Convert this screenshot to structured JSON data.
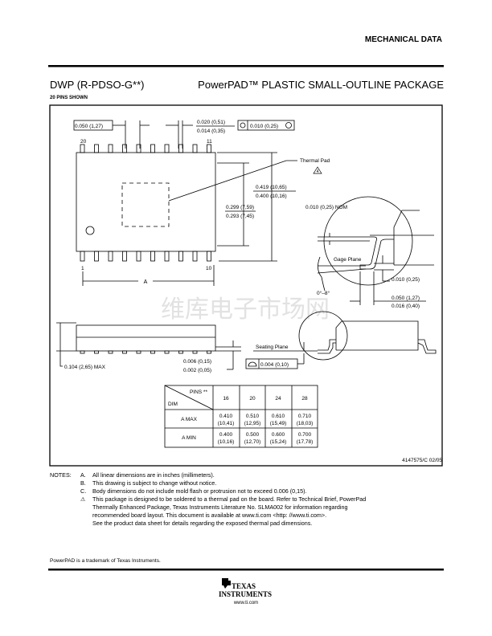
{
  "header": {
    "section_title": "MECHANICAL DATA"
  },
  "title": {
    "package_code": "DWP (R-PDSO-G**)",
    "package_name": "PowerPAD™ PLASTIC SMALL-OUTLINE PACKAGE",
    "pins_shown": "20 PINS SHOWN"
  },
  "drawing": {
    "pitch": "0.050 (1,27)",
    "lead_width_max": "0.020 (0,51)",
    "lead_width_min": "0.014 (0,35)",
    "position_tolerance": "0.010 (0,25)",
    "mmc_symbol": "M",
    "pin_labels": {
      "top_left": "20",
      "top_right": "11",
      "bottom_left": "1",
      "bottom_right": "10"
    },
    "thermal_pad_label": "Thermal Pad",
    "thermal_pad_note_ref": "4",
    "overall_width_max": "0.419 (10,65)",
    "overall_width_min": "0.400 (10,16)",
    "body_width_max": "0.299 (7,59)",
    "body_width_min": "0.293 (7,45)",
    "length_label": "A",
    "lead_thickness": "0.010 (0,25) NOM",
    "gage_plane": "Gage Plane",
    "gage_height": "0.010 (0,25)",
    "angle": "0°–8°",
    "foot_length_max": "0.050 (1,27)",
    "foot_length_min": "0.016 (0,40)",
    "height_max": "0.104 (2,65) MAX",
    "standoff_max": "0.006 (0,15)",
    "standoff_min": "0.002 (0,05)",
    "seating_plane": "Seating Plane",
    "flatness": "0.004 (0,10)",
    "drawing_number": "4147575/C 02/05",
    "watermark": "维库电子市场网"
  },
  "dim_table": {
    "corner_top": "PINS **",
    "corner_bottom": "DIM",
    "columns": [
      "16",
      "20",
      "24",
      "28"
    ],
    "rows": [
      {
        "label": "A  MAX",
        "values": [
          [
            "0.410",
            "(10,41)"
          ],
          [
            "0.510",
            "(12,95)"
          ],
          [
            "0.610",
            "(15,49)"
          ],
          [
            "0.710",
            "(18,03)"
          ]
        ]
      },
      {
        "label": "A  MIN",
        "values": [
          [
            "0.400",
            "(10,16)"
          ],
          [
            "0.500",
            "(12,70)"
          ],
          [
            "0.600",
            "(15,24)"
          ],
          [
            "0.700",
            "(17,78)"
          ]
        ]
      }
    ]
  },
  "notes": {
    "label": "NOTES:",
    "items": [
      {
        "letter": "A.",
        "text": "All linear dimensions are in inches (millimeters)."
      },
      {
        "letter": "B.",
        "text": "This drawing is subject to change without notice."
      },
      {
        "letter": "C.",
        "text": "Body dimensions do not include mold flash or protrusion not to exceed 0.006 (0,15)."
      }
    ],
    "note_d_lines": [
      "This package is designed to be soldered to a thermal pad on the board.  Refer to Technical Brief, PowerPad",
      "Thermally Enhanced Package, Texas Instruments Literature No. SLMA002 for information regarding",
      "recommended board layout.  This document is available at www.ti.com <http: //www.ti.com>.",
      "See the product data sheet for details regarding the exposed thermal pad dimensions."
    ]
  },
  "footer": {
    "trademark": "PowerPAD is a trademark of Texas Instruments.",
    "logo_line1": "TEXAS",
    "logo_line2": "INSTRUMENTS",
    "url": "www.ti.com"
  }
}
